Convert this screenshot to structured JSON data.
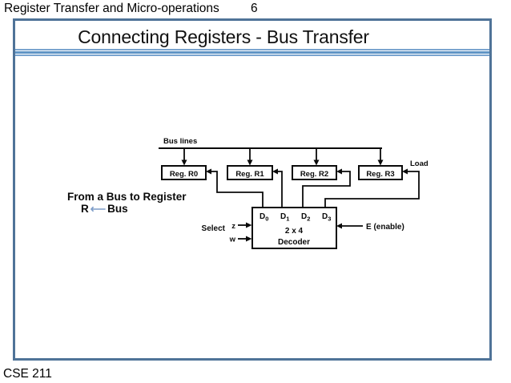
{
  "page": {
    "header_title": "Register Transfer and Micro-operations",
    "page_number": "6",
    "footer": "CSE 211"
  },
  "slide": {
    "title": "Connecting Registers - Bus Transfer"
  },
  "caption": {
    "line1": "From a Bus to Register",
    "dest": "R",
    "arrow": "⟵",
    "src": "Bus"
  },
  "diagram": {
    "bus_label": "Bus lines",
    "load_label": "Load",
    "registers": [
      "Reg. R0",
      "Reg. R1",
      "Reg. R2",
      "Reg. R3"
    ],
    "decoder": {
      "outputs": [
        {
          "base": "D",
          "sub": "0"
        },
        {
          "base": "D",
          "sub": "1"
        },
        {
          "base": "D",
          "sub": "2"
        },
        {
          "base": "D",
          "sub": "3"
        }
      ],
      "size": "2 x 4",
      "name": "Decoder",
      "select_label": "Select",
      "inputs": [
        "z",
        "w"
      ],
      "enable_label": "E (enable)"
    }
  },
  "colors": {
    "slide-border": "#4f7398",
    "underline-blue": "#7aa4cf",
    "underline-blue-dark": "#6095c5",
    "caption-arrow-blue": "#7f9ec9",
    "diagram-ink": "#0a0a0a"
  }
}
